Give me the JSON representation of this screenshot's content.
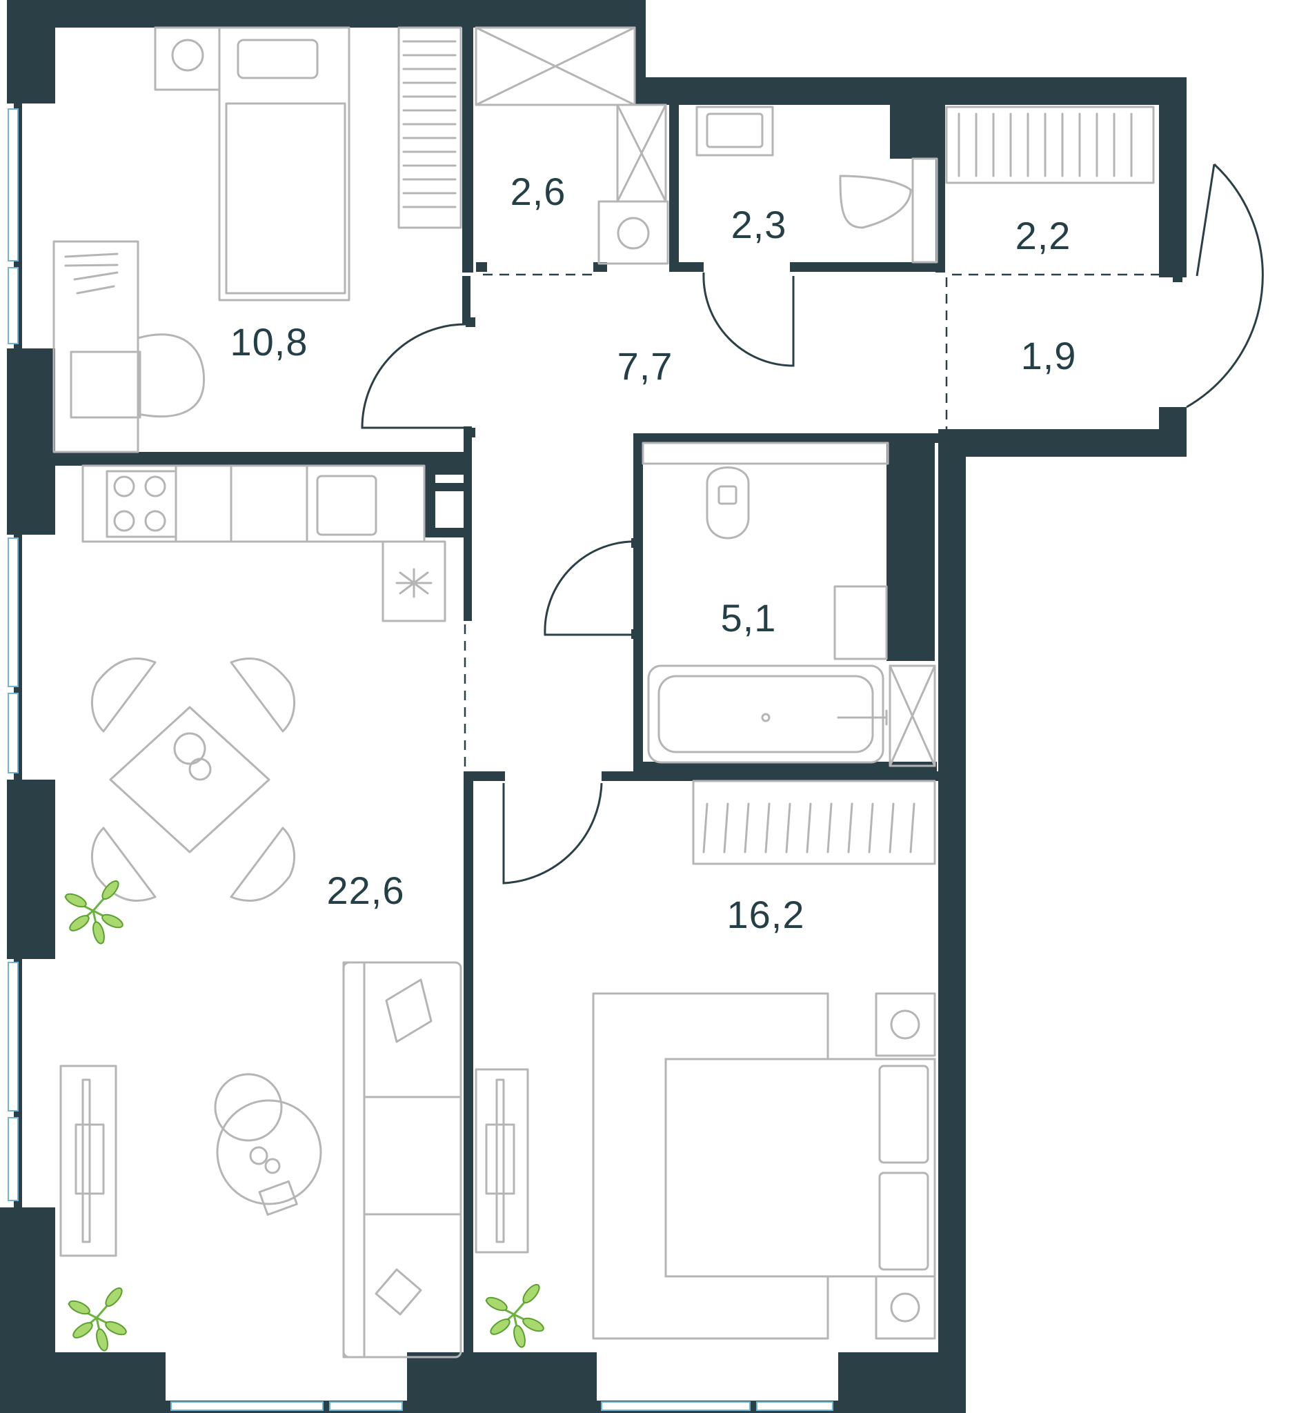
{
  "plan": {
    "rooms": [
      {
        "id": "bedroom-small",
        "area": "10,8"
      },
      {
        "id": "storage-2-6",
        "area": "2,6"
      },
      {
        "id": "bathroom-2-3",
        "area": "2,3"
      },
      {
        "id": "wardrobe-2-2",
        "area": "2,2"
      },
      {
        "id": "hallway",
        "area": "7,7"
      },
      {
        "id": "balcony",
        "area": "1,9"
      },
      {
        "id": "bathroom-5-1",
        "area": "5,1"
      },
      {
        "id": "living-kitchen",
        "area": "22,6"
      },
      {
        "id": "bedroom-large",
        "area": "16,2"
      }
    ],
    "colors": {
      "wall": "#2b3f46",
      "furniture": "#b5b5b5",
      "window": "#6fb3d6",
      "plant": "#6ab33e",
      "label": "#253f47"
    }
  }
}
